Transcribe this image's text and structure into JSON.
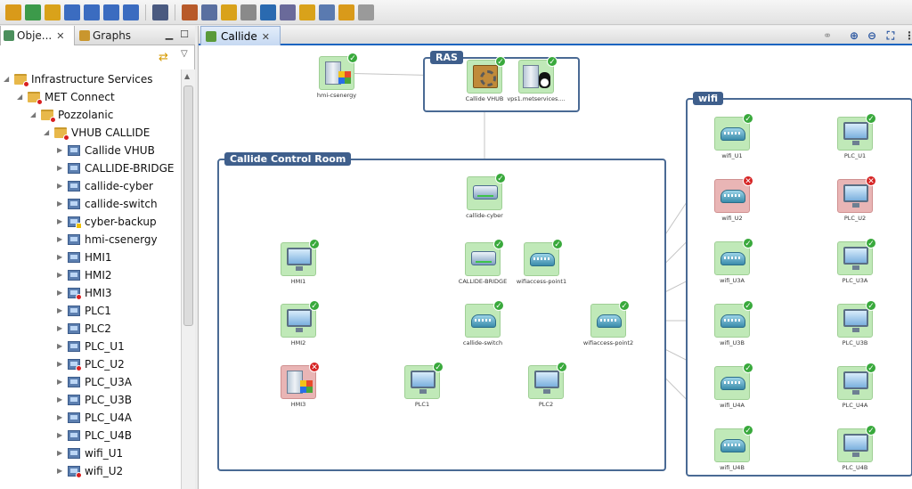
{
  "toolbar": {
    "icons": [
      "broom-icon",
      "tree-icon",
      "export-icon",
      "report-icon",
      "report-edit-icon",
      "report-run-icon",
      "report-add-icon",
      "chart-icon",
      "grid-icon",
      "list-icon",
      "folder-icon",
      "copy-icon",
      "graph-icon",
      "settings-icon",
      "network-icon",
      "window-icon",
      "user-icon",
      "document-icon"
    ]
  },
  "left_panel": {
    "tabs": [
      {
        "label": "Obje..."
      },
      {
        "label": "Graphs"
      }
    ],
    "tree": [
      {
        "label": "Infrastructure Services",
        "level": 0,
        "expanded": true,
        "icon": "folder",
        "status": "error"
      },
      {
        "label": "MET Connect",
        "level": 1,
        "expanded": true,
        "icon": "folder",
        "status": "error"
      },
      {
        "label": "Pozzolanic",
        "level": 2,
        "expanded": true,
        "icon": "folder",
        "status": "error"
      },
      {
        "label": "VHUB CALLIDE",
        "level": 3,
        "expanded": true,
        "icon": "folder",
        "status": "error"
      },
      {
        "label": "Callide VHUB",
        "level": 4,
        "expanded": false,
        "icon": "host",
        "status": "normal"
      },
      {
        "label": "CALLIDE-BRIDGE",
        "level": 4,
        "expanded": false,
        "icon": "host",
        "status": "normal"
      },
      {
        "label": "callide-cyber",
        "level": 4,
        "expanded": false,
        "icon": "host",
        "status": "normal"
      },
      {
        "label": "callide-switch",
        "level": 4,
        "expanded": false,
        "icon": "host",
        "status": "normal"
      },
      {
        "label": "cyber-backup",
        "level": 4,
        "expanded": false,
        "icon": "host",
        "status": "warning"
      },
      {
        "label": "hmi-csenergy",
        "level": 4,
        "expanded": false,
        "icon": "host",
        "status": "normal"
      },
      {
        "label": "HMI1",
        "level": 4,
        "expanded": false,
        "icon": "host",
        "status": "normal"
      },
      {
        "label": "HMI2",
        "level": 4,
        "expanded": false,
        "icon": "host",
        "status": "normal"
      },
      {
        "label": "HMI3",
        "level": 4,
        "expanded": false,
        "icon": "host",
        "status": "error"
      },
      {
        "label": "PLC1",
        "level": 4,
        "expanded": false,
        "icon": "host",
        "status": "normal"
      },
      {
        "label": "PLC2",
        "level": 4,
        "expanded": false,
        "icon": "host",
        "status": "normal"
      },
      {
        "label": "PLC_U1",
        "level": 4,
        "expanded": false,
        "icon": "host",
        "status": "normal"
      },
      {
        "label": "PLC_U2",
        "level": 4,
        "expanded": false,
        "icon": "host",
        "status": "error"
      },
      {
        "label": "PLC_U3A",
        "level": 4,
        "expanded": false,
        "icon": "host",
        "status": "normal"
      },
      {
        "label": "PLC_U3B",
        "level": 4,
        "expanded": false,
        "icon": "host",
        "status": "normal"
      },
      {
        "label": "PLC_U4A",
        "level": 4,
        "expanded": false,
        "icon": "host",
        "status": "normal"
      },
      {
        "label": "PLC_U4B",
        "level": 4,
        "expanded": false,
        "icon": "host",
        "status": "normal"
      },
      {
        "label": "wifi_U1",
        "level": 4,
        "expanded": false,
        "icon": "host",
        "status": "normal"
      },
      {
        "label": "wifi_U2",
        "level": 4,
        "expanded": false,
        "icon": "host",
        "status": "error"
      }
    ]
  },
  "map": {
    "tab_label": "Callide",
    "groups": [
      {
        "id": "ras",
        "title": "RAS"
      },
      {
        "id": "control",
        "title": "Callide Control Room"
      },
      {
        "id": "wifi",
        "title": "wifi"
      }
    ],
    "nodes": [
      {
        "id": "hmi-csenergy",
        "label": "hmi-csenergy",
        "icon": "win",
        "status": "ok"
      },
      {
        "id": "callide-vhub",
        "label": "Callide VHUB",
        "icon": "hub",
        "status": "ok"
      },
      {
        "id": "vps1",
        "label": "vps1.metservices....",
        "icon": "lnx",
        "status": "ok"
      },
      {
        "id": "callide-cyber",
        "label": "callide-cyber",
        "icon": "sw",
        "status": "ok"
      },
      {
        "id": "hmi1",
        "label": "HMI1",
        "icon": "mon",
        "status": "ok"
      },
      {
        "id": "callide-bridge",
        "label": "CALLIDE-BRIDGE",
        "icon": "sw",
        "status": "ok"
      },
      {
        "id": "ap1",
        "label": "wifiaccess-point1",
        "icon": "net",
        "status": "ok"
      },
      {
        "id": "hmi2",
        "label": "HMI2",
        "icon": "mon",
        "status": "ok"
      },
      {
        "id": "callide-switch",
        "label": "callide-switch",
        "icon": "net",
        "status": "ok"
      },
      {
        "id": "ap2",
        "label": "wifiaccess-point2",
        "icon": "net",
        "status": "ok"
      },
      {
        "id": "hmi3",
        "label": "HMI3",
        "icon": "win",
        "status": "error"
      },
      {
        "id": "plc1",
        "label": "PLC1",
        "icon": "mon",
        "status": "ok"
      },
      {
        "id": "plc2",
        "label": "PLC2",
        "icon": "mon",
        "status": "ok"
      },
      {
        "id": "wifi_u1",
        "label": "wifi_U1",
        "icon": "net",
        "status": "ok"
      },
      {
        "id": "plc_u1",
        "label": "PLC_U1",
        "icon": "mon",
        "status": "ok"
      },
      {
        "id": "wifi_u2",
        "label": "wifi_U2",
        "icon": "net",
        "status": "error"
      },
      {
        "id": "plc_u2",
        "label": "PLC_U2",
        "icon": "mon",
        "status": "error"
      },
      {
        "id": "wifi_u3a",
        "label": "wifi_U3A",
        "icon": "net",
        "status": "ok"
      },
      {
        "id": "plc_u3a",
        "label": "PLC_U3A",
        "icon": "mon",
        "status": "ok"
      },
      {
        "id": "wifi_u3b",
        "label": "wifi_U3B",
        "icon": "net",
        "status": "ok"
      },
      {
        "id": "plc_u3b",
        "label": "PLC_U3B",
        "icon": "mon",
        "status": "ok"
      },
      {
        "id": "wifi_u4a",
        "label": "wifi_U4A",
        "icon": "net",
        "status": "ok"
      },
      {
        "id": "plc_u4a",
        "label": "PLC_U4A",
        "icon": "mon",
        "status": "ok"
      },
      {
        "id": "wifi_u4b",
        "label": "wifi_U4B",
        "icon": "net",
        "status": "ok"
      },
      {
        "id": "plc_u4b",
        "label": "PLC_U4B",
        "icon": "mon",
        "status": "ok"
      }
    ],
    "links": [
      [
        "hmi-csenergy",
        "callide-vhub"
      ],
      [
        "callide-vhub",
        "callide-cyber"
      ],
      [
        "callide-cyber",
        "callide-bridge"
      ],
      [
        "callide-bridge",
        "callide-switch"
      ],
      [
        "ap1",
        "callide-switch"
      ],
      [
        "hmi1",
        "callide-switch"
      ],
      [
        "hmi2",
        "callide-switch"
      ],
      [
        "hmi3",
        "callide-switch"
      ],
      [
        "plc1",
        "callide-switch"
      ],
      [
        "plc2",
        "callide-switch"
      ],
      [
        "callide-switch",
        "ap2"
      ],
      [
        "ap2",
        "wifi_u1"
      ],
      [
        "ap2",
        "wifi_u2"
      ],
      [
        "ap2",
        "wifi_u3a"
      ],
      [
        "ap2",
        "wifi_u3b"
      ],
      [
        "ap2",
        "wifi_u4a"
      ],
      [
        "ap2",
        "wifi_u4b"
      ],
      [
        "wifi_u1",
        "plc_u1"
      ],
      [
        "wifi_u2",
        "plc_u2"
      ],
      [
        "wifi_u3a",
        "plc_u3a"
      ],
      [
        "wifi_u3b",
        "plc_u3b"
      ],
      [
        "wifi_u4a",
        "plc_u4a"
      ],
      [
        "wifi_u4b",
        "plc_u4b"
      ]
    ]
  }
}
